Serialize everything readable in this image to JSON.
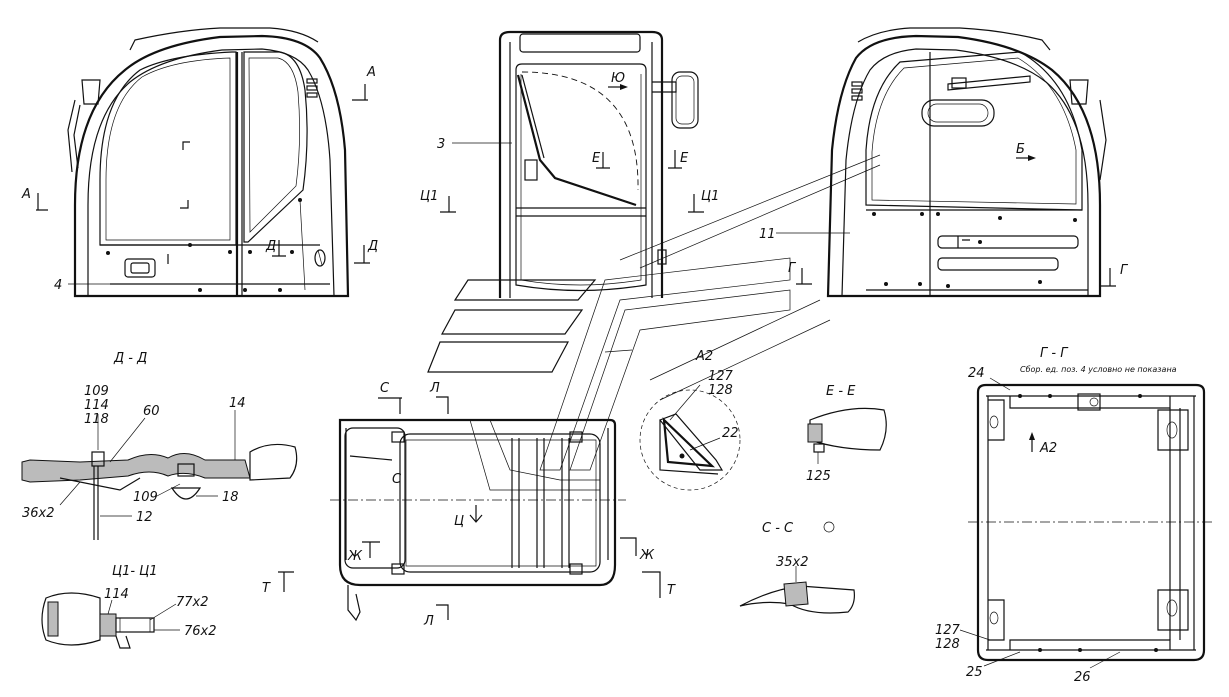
{
  "views": {
    "front_side": {
      "part_label": "4",
      "section_marks": [
        "А",
        "А",
        "Д",
        "Д"
      ]
    },
    "rear": {
      "part_label": "3",
      "section_marks": [
        "Ю",
        "Е",
        "Е",
        "Ц1",
        "Ц1"
      ]
    },
    "right_side": {
      "part_label": "11",
      "section_marks": [
        "Б",
        "Г",
        "Г"
      ]
    }
  },
  "section_dd": {
    "title": "Д - Д",
    "labels": {
      "a": "109",
      "b": "114",
      "c": "118",
      "d": "60",
      "e": "14",
      "f": "36х2",
      "g": "109",
      "h": "18",
      "i": "12"
    }
  },
  "section_c1": {
    "title": "Ц1- Ц1",
    "labels": {
      "a": "114",
      "b": "77х2",
      "c": "76х2"
    }
  },
  "top_view": {
    "marks": {
      "c1": "С",
      "c2": "С",
      "l1": "Л",
      "l2": "Л",
      "ts": "Ц",
      "zh1": "Ж",
      "zh2": "Ж",
      "t1": "Т",
      "t2": "Т"
    }
  },
  "detail_a2": {
    "title": "А2",
    "labels": {
      "a": "127",
      "b": "128",
      "c": "22"
    }
  },
  "section_ee": {
    "title": "Е - Е",
    "label": "125"
  },
  "section_cc": {
    "title": "С - С",
    "label": "35х2"
  },
  "section_gg": {
    "title": "Г - Г",
    "note": "Сбор. ед. поз. 4 условно не показана",
    "labels": {
      "a": "24",
      "b": "А2",
      "c": "127",
      "d": "128",
      "e": "25",
      "f": "26"
    }
  }
}
